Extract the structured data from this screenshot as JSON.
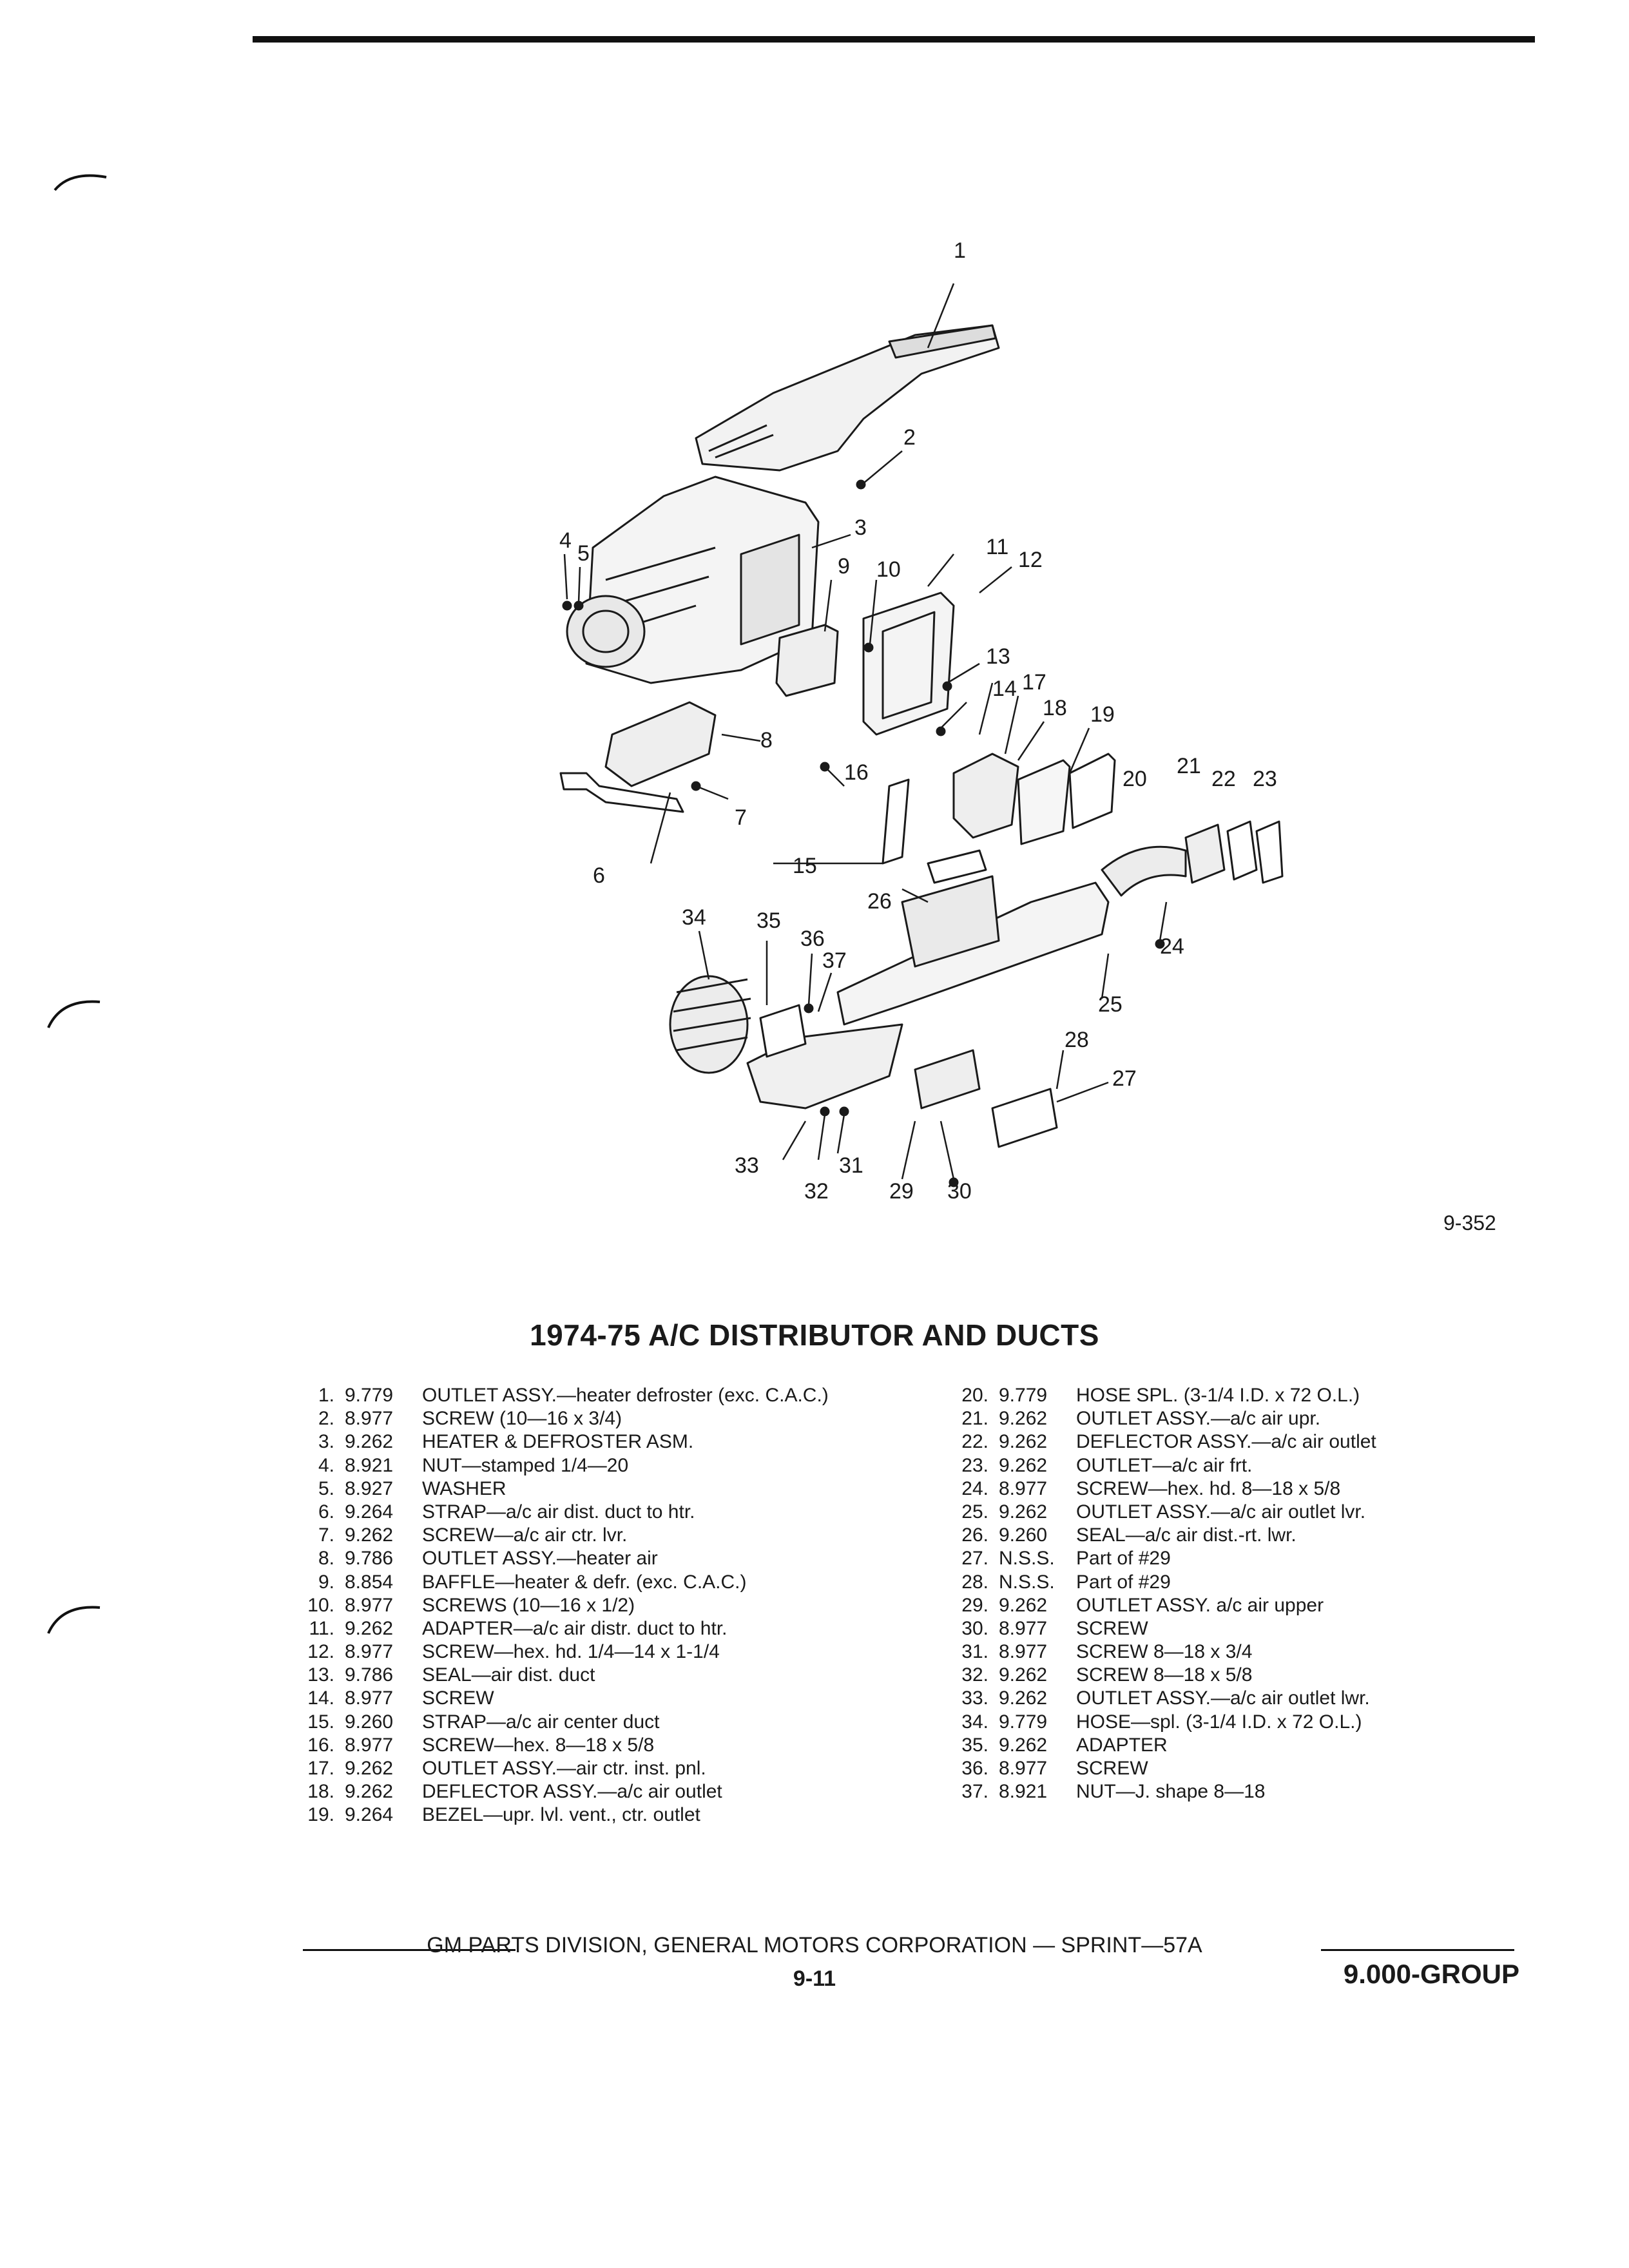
{
  "figure_code": "9-352",
  "title": "1974-75 A/C DISTRIBUTOR AND DUCTS",
  "callouts": [
    "1",
    "2",
    "3",
    "4",
    "5",
    "6",
    "7",
    "8",
    "9",
    "10",
    "11",
    "12",
    "13",
    "14",
    "15",
    "16",
    "17",
    "18",
    "19",
    "20",
    "21",
    "22",
    "23",
    "24",
    "25",
    "26",
    "27",
    "28",
    "29",
    "30",
    "31",
    "32",
    "33",
    "34",
    "35",
    "36",
    "37"
  ],
  "parts_left": [
    {
      "num": "1.",
      "code": "9.779",
      "desc": "OUTLET ASSY.—heater defroster (exc. C.A.C.)"
    },
    {
      "num": "2.",
      "code": "8.977",
      "desc": "SCREW (10—16 x 3/4)"
    },
    {
      "num": "3.",
      "code": "9.262",
      "desc": "HEATER & DEFROSTER ASM."
    },
    {
      "num": "4.",
      "code": "8.921",
      "desc": "NUT—stamped 1/4—20"
    },
    {
      "num": "5.",
      "code": "8.927",
      "desc": "WASHER"
    },
    {
      "num": "6.",
      "code": "9.264",
      "desc": "STRAP—a/c air dist. duct to htr."
    },
    {
      "num": "7.",
      "code": "9.262",
      "desc": "SCREW—a/c air ctr. lvr."
    },
    {
      "num": "8.",
      "code": "9.786",
      "desc": "OUTLET ASSY.—heater air"
    },
    {
      "num": "9.",
      "code": "8.854",
      "desc": "BAFFLE—heater & defr. (exc. C.A.C.)"
    },
    {
      "num": "10.",
      "code": "8.977",
      "desc": "SCREWS (10—16 x 1/2)"
    },
    {
      "num": "11.",
      "code": "9.262",
      "desc": "ADAPTER—a/c air distr. duct to htr."
    },
    {
      "num": "12.",
      "code": "8.977",
      "desc": "SCREW—hex. hd. 1/4—14 x 1-1/4"
    },
    {
      "num": "13.",
      "code": "9.786",
      "desc": "SEAL—air dist. duct"
    },
    {
      "num": "14.",
      "code": "8.977",
      "desc": "SCREW"
    },
    {
      "num": "15.",
      "code": "9.260",
      "desc": "STRAP—a/c air center duct"
    },
    {
      "num": "16.",
      "code": "8.977",
      "desc": "SCREW—hex. 8—18 x 5/8"
    },
    {
      "num": "17.",
      "code": "9.262",
      "desc": "OUTLET ASSY.—air ctr. inst. pnl."
    },
    {
      "num": "18.",
      "code": "9.262",
      "desc": "DEFLECTOR ASSY.—a/c air outlet"
    },
    {
      "num": "19.",
      "code": "9.264",
      "desc": "BEZEL—upr. lvl. vent., ctr. outlet"
    }
  ],
  "parts_right": [
    {
      "num": "20.",
      "code": "9.779",
      "desc": "HOSE SPL. (3-1/4 I.D. x 72 O.L.)"
    },
    {
      "num": "21.",
      "code": "9.262",
      "desc": "OUTLET ASSY.—a/c air upr."
    },
    {
      "num": "22.",
      "code": "9.262",
      "desc": "DEFLECTOR ASSY.—a/c air outlet"
    },
    {
      "num": "23.",
      "code": "9.262",
      "desc": "OUTLET—a/c air frt."
    },
    {
      "num": "24.",
      "code": "8.977",
      "desc": "SCREW—hex. hd. 8—18 x 5/8"
    },
    {
      "num": "25.",
      "code": "9.262",
      "desc": "OUTLET ASSY.—a/c air outlet lvr."
    },
    {
      "num": "26.",
      "code": "9.260",
      "desc": "SEAL—a/c air dist.-rt. lwr."
    },
    {
      "num": "27.",
      "code": "N.S.S.",
      "desc": "Part of #29"
    },
    {
      "num": "28.",
      "code": "N.S.S.",
      "desc": "Part of #29"
    },
    {
      "num": "29.",
      "code": "9.262",
      "desc": "OUTLET ASSY. a/c air upper"
    },
    {
      "num": "30.",
      "code": "8.977",
      "desc": "SCREW"
    },
    {
      "num": "31.",
      "code": "8.977",
      "desc": "SCREW 8—18 x 3/4"
    },
    {
      "num": "32.",
      "code": "9.262",
      "desc": "SCREW 8—18 x 5/8"
    },
    {
      "num": "33.",
      "code": "9.262",
      "desc": "OUTLET ASSY.—a/c air outlet lwr."
    },
    {
      "num": "34.",
      "code": "9.779",
      "desc": "HOSE—spl. (3-1/4 I.D. x 72 O.L.)"
    },
    {
      "num": "35.",
      "code": "9.262",
      "desc": "ADAPTER"
    },
    {
      "num": "36.",
      "code": "8.977",
      "desc": "SCREW"
    },
    {
      "num": "37.",
      "code": "8.921",
      "desc": "NUT—J. shape 8—18"
    }
  ],
  "footer": {
    "text": "GM PARTS DIVISION, GENERAL MOTORS CORPORATION — SPRINT—57A",
    "page": "9-11",
    "group": "9.000-GROUP"
  }
}
